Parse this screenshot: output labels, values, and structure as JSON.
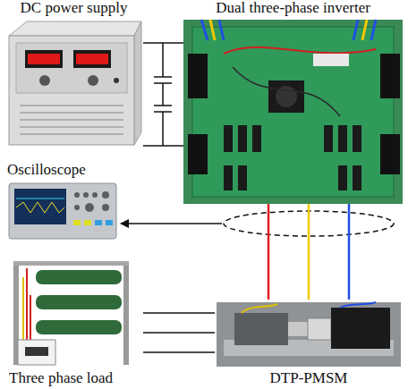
{
  "diagram": {
    "nodes": [
      {
        "text": [
          "DC power supply"
        ]
      },
      {
        "text": [
          "Dual three-phase inverter"
        ]
      },
      {
        "text": [
          "Oscilloscope"
        ]
      },
      {
        "text": [
          "Three phase load"
        ]
      },
      {
        "text": [
          "DTP-PMSM"
        ]
      }
    ],
    "edges": [
      {
        "from": 0,
        "to": 1,
        "arrow": "none"
      },
      {
        "from": 0,
        "to": 1,
        "arrow": "none"
      },
      {
        "from": 1,
        "to": 4,
        "arrow": "none"
      },
      {
        "from": 1,
        "to": 4,
        "arrow": "none"
      },
      {
        "from": 1,
        "to": 4,
        "arrow": "none"
      },
      {
        "from": 3,
        "to": 4,
        "arrow": "none"
      },
      {
        "from": 3,
        "to": 4,
        "arrow": "none"
      },
      {
        "from": 3,
        "to": 4,
        "arrow": "none"
      }
    ]
  }
}
